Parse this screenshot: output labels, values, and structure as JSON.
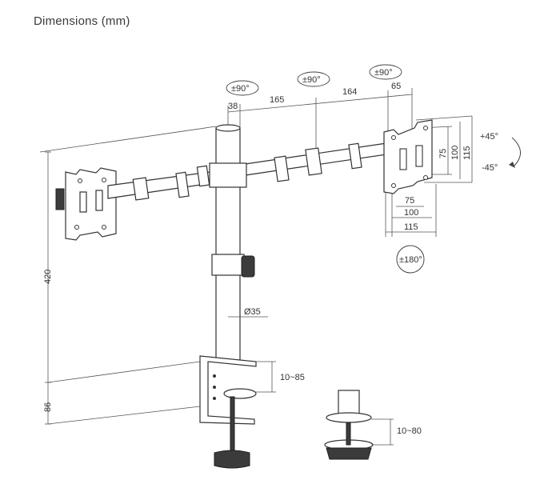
{
  "title": "Dimensions (mm)",
  "rotations": {
    "arm_joint_left": "±90°",
    "arm_joint_mid": "±90°",
    "arm_joint_right": "±90°",
    "tilt_up": "+45°",
    "tilt_down": "-45°",
    "rotate": "±180°"
  },
  "dimensions": {
    "offset_top": "38",
    "arm_segment_1": "165",
    "arm_segment_2": "164",
    "plate_offset": "65",
    "vesa_75_vertical": "75",
    "vesa_100_vertical": "100",
    "vesa_115_vertical": "115",
    "vesa_75_horizontal": "75",
    "vesa_100_horizontal": "100",
    "vesa_115_horizontal": "115",
    "pole_height": "420",
    "base_height": "86",
    "pole_diameter": "Ø35",
    "clamp_range": "10~85",
    "grommet_range": "10~80"
  }
}
